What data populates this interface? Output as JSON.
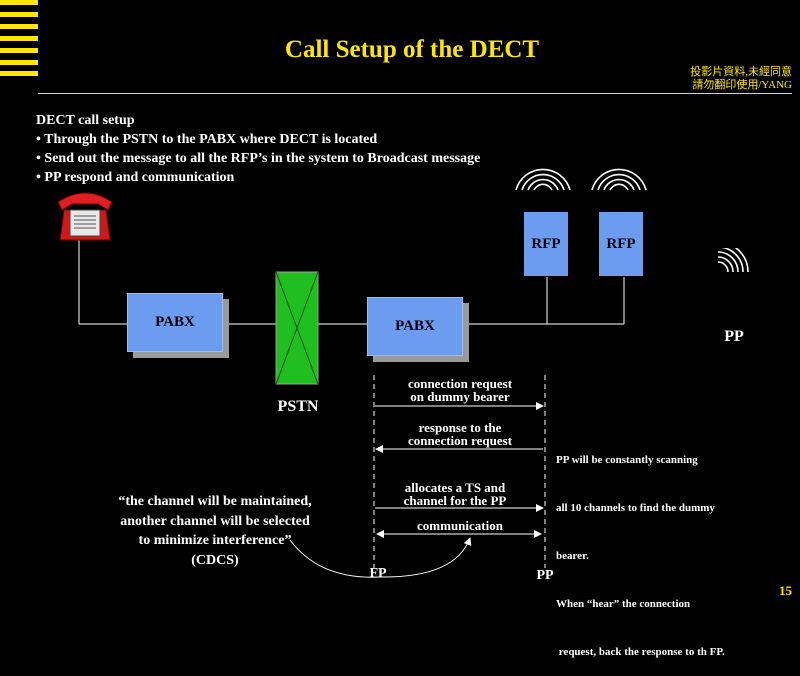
{
  "title": "Call Setup of the DECT",
  "copyright": [
    "投影片資料,未經同意",
    "請勿翻印使用/YANG"
  ],
  "intro": {
    "heading": "DECT call setup",
    "bullets": [
      "• Through the PSTN to the PABX where DECT is located",
      "• Send out the message to all the RFP’s in the system to Broadcast  message",
      "• PP respond and communication"
    ]
  },
  "nodes": {
    "pabx_left": "PABX",
    "pstn": "PSTN",
    "pabx_right": "PABX",
    "rfp1": "RFP",
    "rfp2": "RFP",
    "pp": "PP"
  },
  "messages": [
    {
      "lines": [
        "connection request",
        "on dummy bearer"
      ],
      "direction": "FP→PP"
    },
    {
      "lines": [
        "response to the",
        "connection request"
      ],
      "direction": "PP→FP"
    },
    {
      "lines": [
        "allocates a TS and",
        "channel for the PP"
      ],
      "direction": "FP→PP"
    },
    {
      "lines": [
        "communication"
      ],
      "direction": "FP↔PP"
    }
  ],
  "pp_note": [
    "PP will be constantly scanning",
    "all 10 channels to find the dummy",
    "bearer.",
    "When “hear” the connection",
    " request, back the response to th FP."
  ],
  "quote": [
    "“the channel will be maintained,",
    "another channel will be selected",
    "to minimize interference”",
    "(CDCS)"
  ],
  "lifelines": {
    "fp": "FP",
    "pp": "PP"
  },
  "page_number": "15",
  "colors": {
    "title": "#FFE600",
    "box": "#6B9CF0",
    "pstn": "#1FBF1F",
    "phone": "#E02020"
  }
}
